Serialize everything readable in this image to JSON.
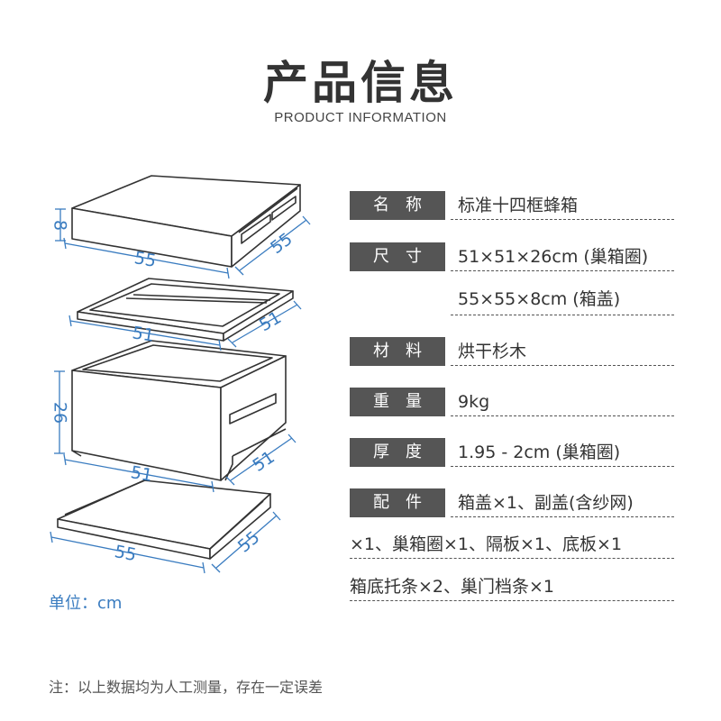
{
  "header": {
    "title": "产品信息",
    "subtitle": "PRODUCT INFORMATION"
  },
  "diagram": {
    "lid": {
      "height": "8",
      "width": "55",
      "depth": "55"
    },
    "inner_cover": {
      "width": "51",
      "depth": "51"
    },
    "box_ring": {
      "height": "26",
      "width": "51",
      "depth": "51"
    },
    "base": {
      "width": "55",
      "depth": "55"
    },
    "unit_label": "单位：cm",
    "dimension_color": "#3a7cc0"
  },
  "specs": [
    {
      "label": "名称",
      "value": "标准十四框蜂箱"
    },
    {
      "label": "尺寸",
      "value": "51×51×26cm (巢箱圈)"
    },
    {
      "label": "",
      "value": "55×55×8cm (箱盖)"
    },
    {
      "label": "材料",
      "value": "烘干杉木"
    },
    {
      "label": "重量",
      "value": "9kg"
    },
    {
      "label": "厚度",
      "value": "1.95 - 2cm (巢箱圈)"
    },
    {
      "label": "配件",
      "value": "箱盖×1、副盖(含纱网)"
    }
  ],
  "accessories_continued": [
    "×1、巢箱圈×1、隔板×1、底板×1",
    "箱底托条×2、巢门档条×1"
  ],
  "footnote": "注：以上数据均为人工测量，存在一定误差"
}
